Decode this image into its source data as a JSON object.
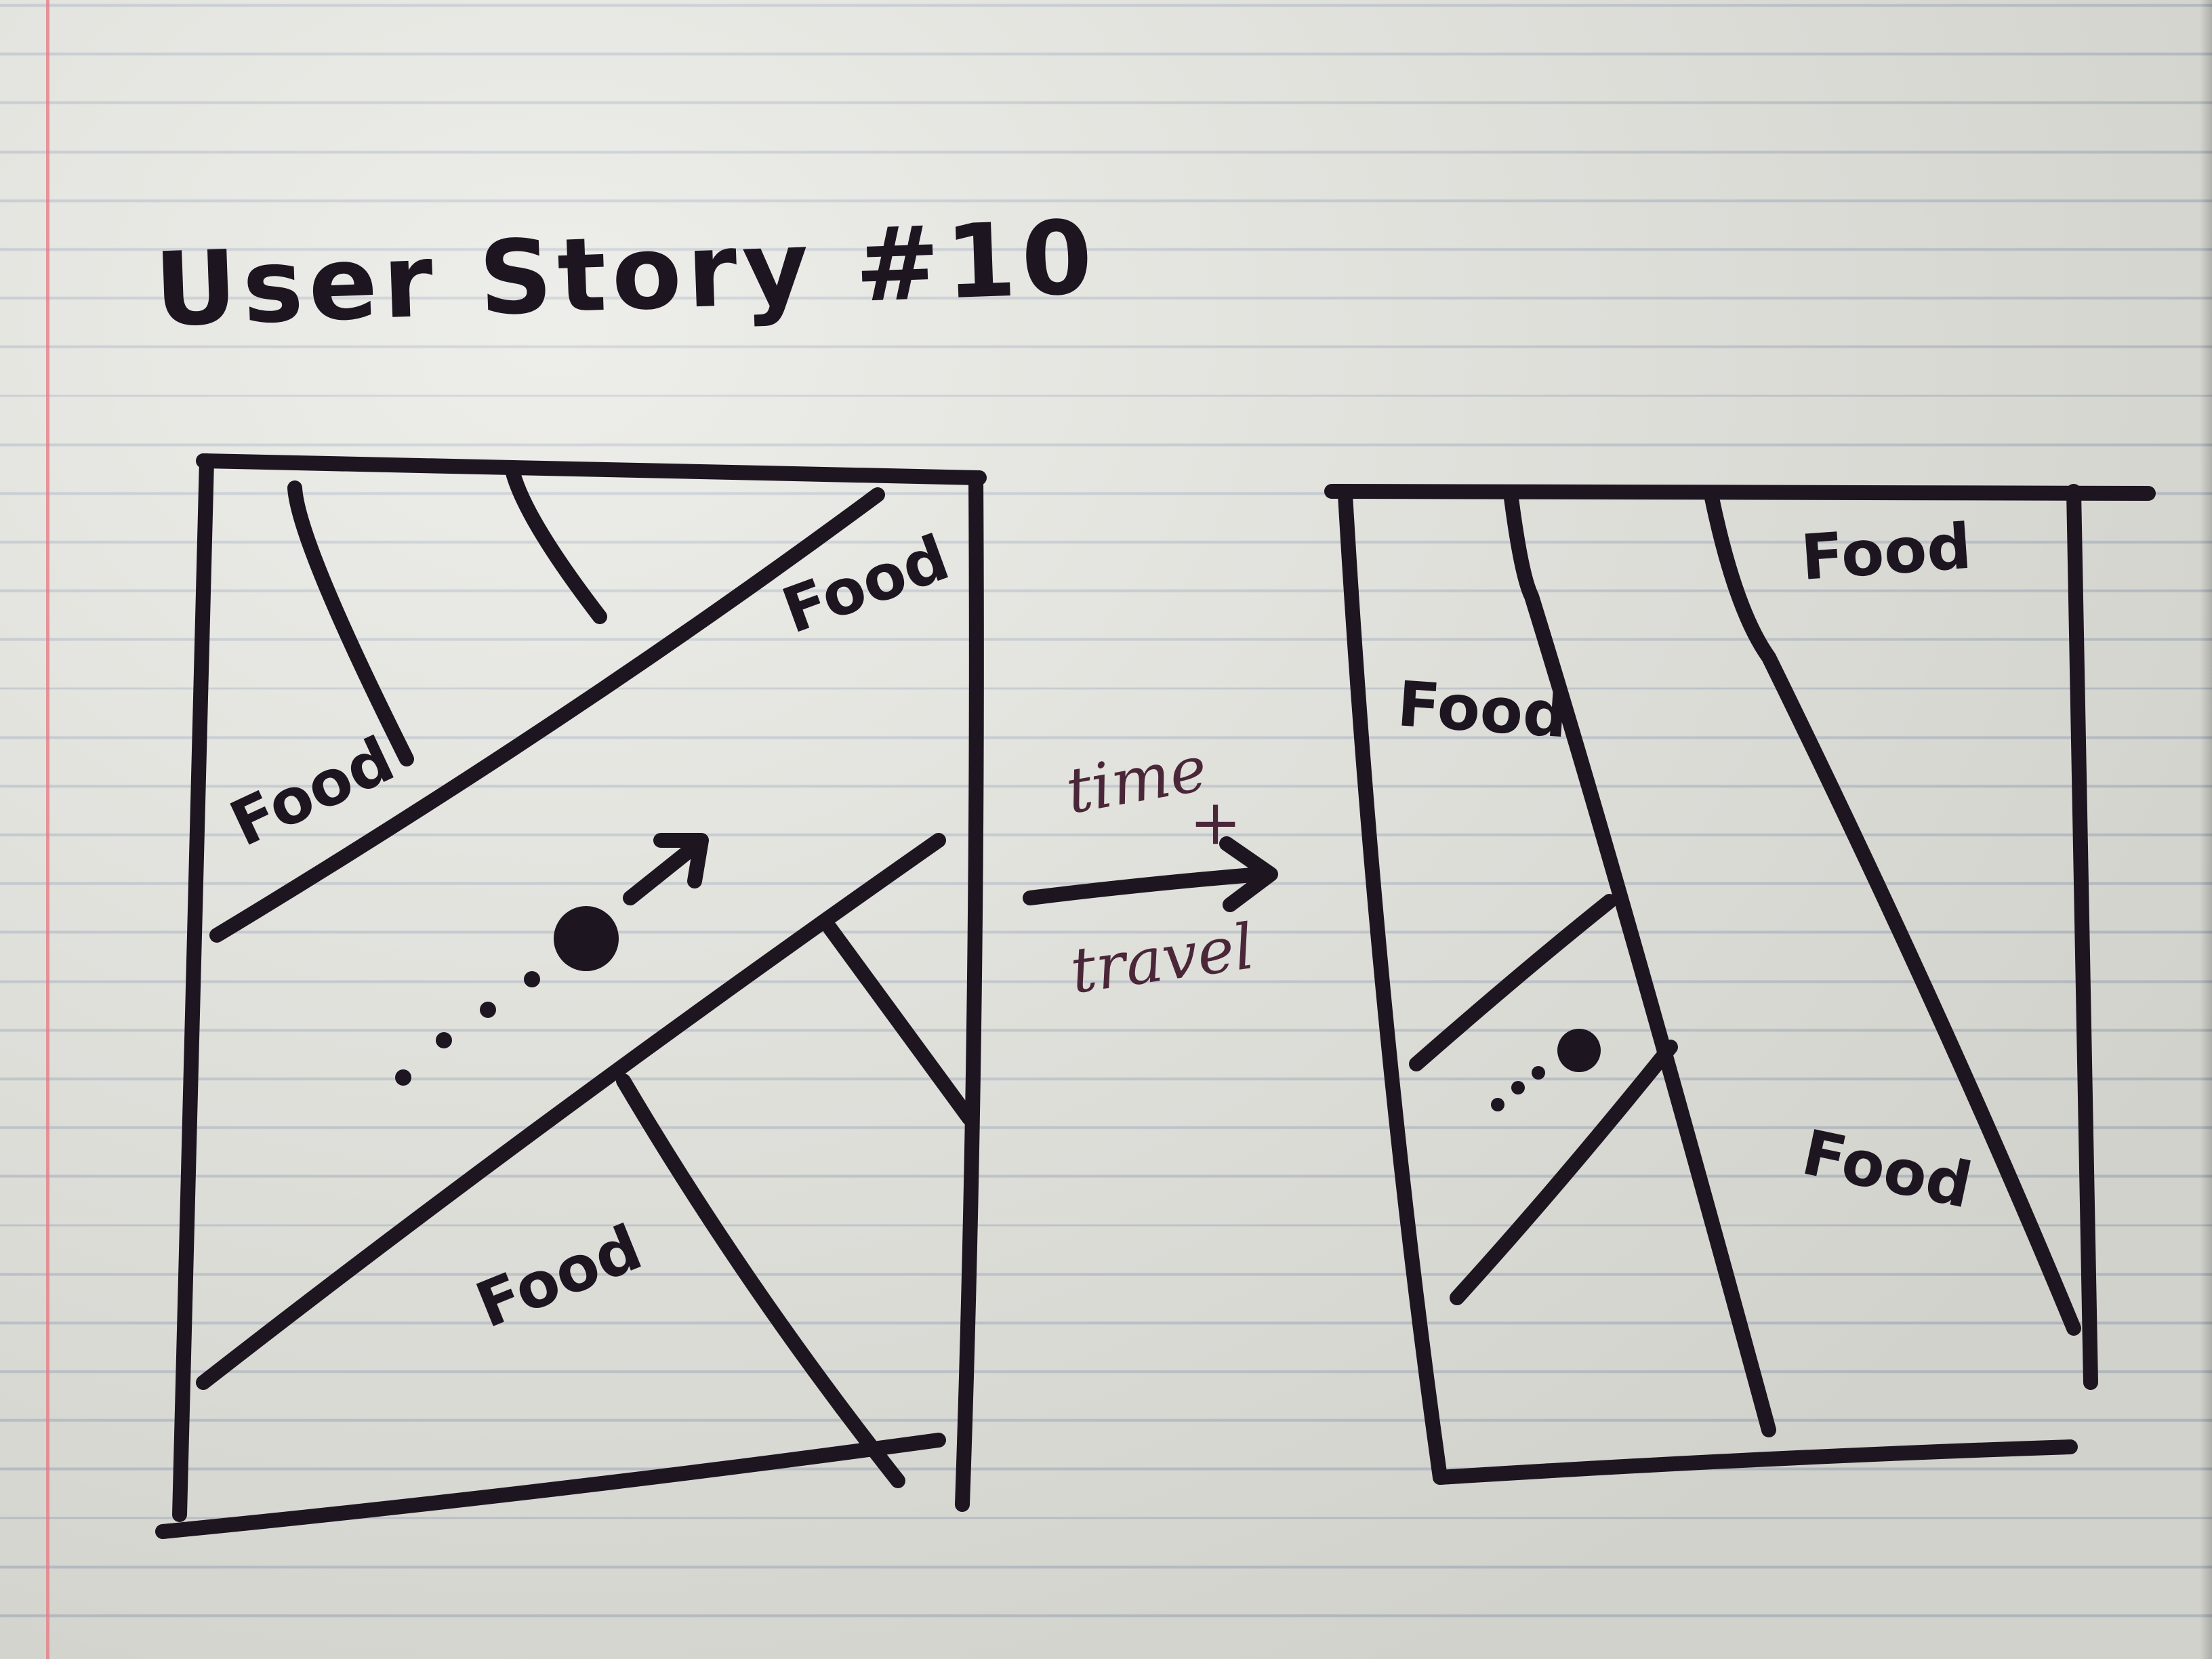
{
  "title": "User Story #10",
  "before_panel": {
    "food_labels": [
      "Food",
      "Food",
      "Food"
    ]
  },
  "transition": {
    "top_label": "time",
    "middle_label": "+",
    "bottom_label": "travel"
  },
  "after_panel": {
    "food_labels": [
      "Food",
      "Food",
      "Food"
    ]
  },
  "colors": {
    "ink": "#1d1520",
    "pen": "#4a2738",
    "margin_line": "#e67882",
    "rule_lines": "#788caa"
  }
}
